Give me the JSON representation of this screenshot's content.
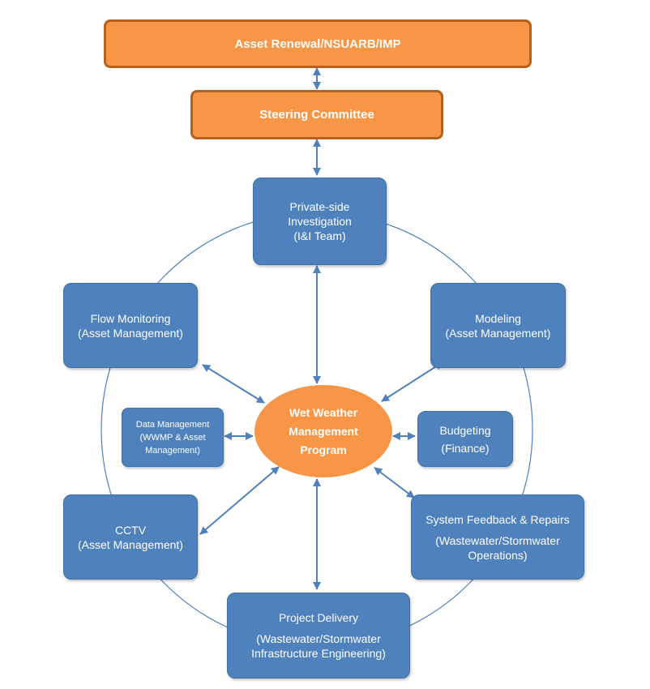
{
  "top_box": {
    "label": "Asset Renewal/NSUARB/IMP"
  },
  "steering": {
    "label": "Steering Committee"
  },
  "center": {
    "lines": [
      "Wet Weather",
      "Management",
      "Program"
    ]
  },
  "nodes": {
    "private_side": {
      "lines": [
        "Private-side",
        "Investigation",
        "(I&I Team)"
      ]
    },
    "flow_monitoring": {
      "lines": [
        "Flow Monitoring",
        "(Asset Management)"
      ]
    },
    "modeling": {
      "lines": [
        "Modeling",
        "(Asset Management)"
      ]
    },
    "data_management": {
      "lines": [
        "Data Management",
        "(WWMP & Asset",
        "Management)"
      ]
    },
    "budgeting": {
      "lines": [
        "Budgeting",
        "(Finance)"
      ]
    },
    "cctv": {
      "lines": [
        "CCTV",
        "(Asset Management)"
      ]
    },
    "system_feedback": {
      "line1": "System Feedback & Repairs",
      "line2": "(Wastewater/Stormwater",
      "line3": "Operations)"
    },
    "project_delivery": {
      "line1": "Project Delivery",
      "line2": "(Wastewater/Stormwater",
      "line3": "Infrastructure Engineering)"
    }
  },
  "colors": {
    "orange_fill": "#f79646",
    "orange_border": "#b4601e",
    "blue_fill": "#4f81bd",
    "connector": "#4f81bd"
  }
}
